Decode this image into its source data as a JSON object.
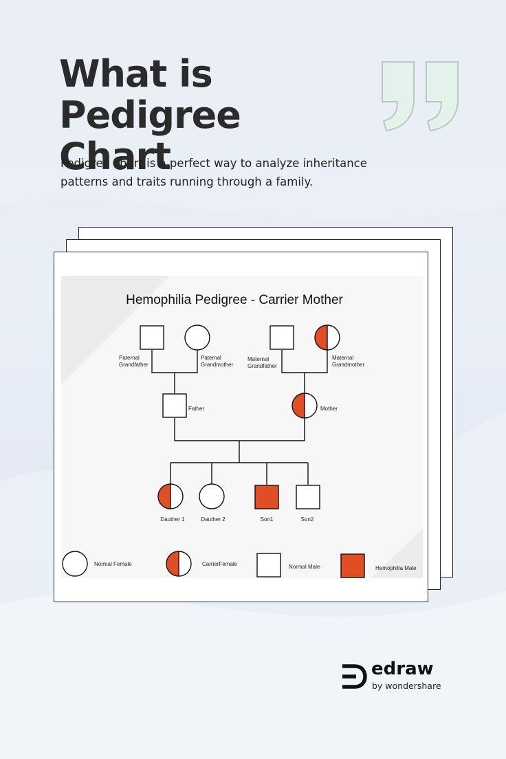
{
  "header": {
    "title_line1": "What is Pedigree",
    "title_line2": "Chart",
    "description_line1": "Pedigree chart is a perfect way to analyze inheritance",
    "description_line2": "patterns and traits running through a family."
  },
  "diagram": {
    "title": "Hemophilia Pedigree - Carrier Mother",
    "people": {
      "paternal_grandfather": [
        "Paternal",
        "Grandfather"
      ],
      "paternal_grandmother": [
        "Paternal",
        "Grandmother"
      ],
      "maternal_grandfather": [
        "Maternal",
        "Grandfather"
      ],
      "maternal_grandmother": [
        "Maternal",
        "Grandmother"
      ],
      "father": "Father",
      "mother": "Mother",
      "daughter1": "Dauther 1",
      "daughter2": "Dauther 2",
      "son1": "Son1",
      "son2": "Son2"
    },
    "legend": {
      "normal_female": "Normal Female",
      "carrier_female": "CarrierFemale",
      "normal_male": "Normal Male",
      "hemophilia_male": "Hemophilia Male"
    }
  },
  "brand": {
    "name": "edraw",
    "tagline": "by wondershare"
  },
  "colors": {
    "affected": "#e04e26",
    "title_text": "#2b2b2b",
    "quote_accent": "#e3f3ec"
  }
}
